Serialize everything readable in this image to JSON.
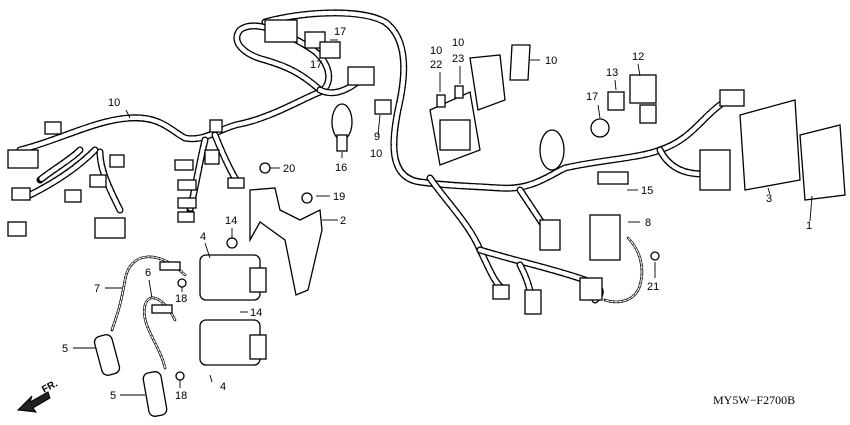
{
  "diagram": {
    "code": "MY5W−F2700B",
    "direction": "FR.",
    "callouts": {
      "c1": "1",
      "c2": "2",
      "c3": "3",
      "c4a": "4",
      "c4b": "4",
      "c5a": "5",
      "c5b": "5",
      "c6": "6",
      "c7": "7",
      "c8": "8",
      "c9": "9",
      "c10a": "10",
      "c10b": "10",
      "c10c": "10",
      "c10d": "10",
      "c10e": "10",
      "c12": "12",
      "c13": "13",
      "c14a": "14",
      "c14b": "14",
      "c15": "15",
      "c16": "16",
      "c17a": "17",
      "c17b": "17",
      "c17c": "17",
      "c18a": "18",
      "c18b": "18",
      "c19": "19",
      "c20": "20",
      "c21": "21",
      "c22": "22",
      "c23": "23"
    }
  }
}
